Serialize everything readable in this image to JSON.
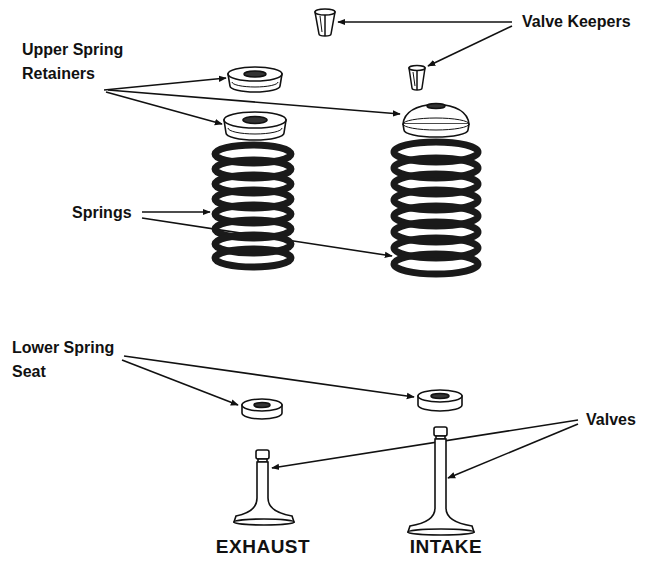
{
  "diagram": {
    "labels": [
      "Valve Keepers",
      "Upper Spring Retainers",
      "Springs",
      "Lower Spring Seat",
      "Valves",
      "EXHAUST",
      "INTAKE"
    ]
  }
}
